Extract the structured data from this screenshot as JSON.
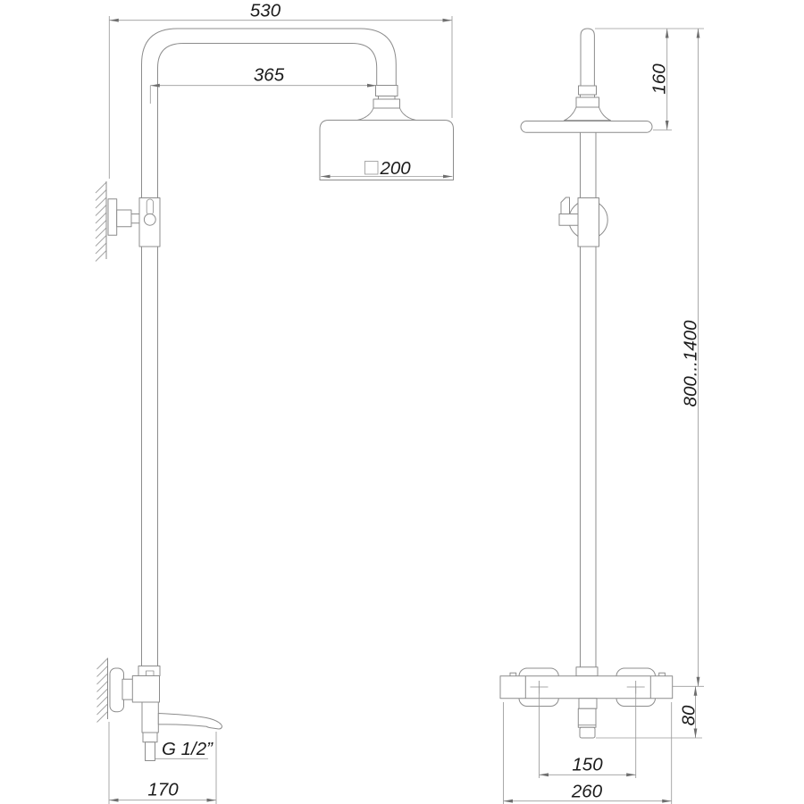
{
  "drawing": {
    "type": "technical-dimension-drawing",
    "subject": "shower-system-two-views",
    "units": "mm",
    "views": [
      "side-view",
      "front-view"
    ],
    "colors": {
      "background": "#ffffff",
      "geometry_line": "#8c8c8c",
      "dimension_line": "#9b9b9b",
      "arrow": "#6e6e6e",
      "text": "#1c1c1c"
    },
    "dims": {
      "top_width": "530",
      "arm_reach": "365",
      "head_size": "200",
      "head_size_symbol": "square",
      "head_assembly_height": "160",
      "column_height_range": "800...1400",
      "outlet_drop": "80",
      "inlet_spacing": "150",
      "mixer_width": "260",
      "spout_reach": "170",
      "thread_size": "G 1/2”"
    }
  }
}
